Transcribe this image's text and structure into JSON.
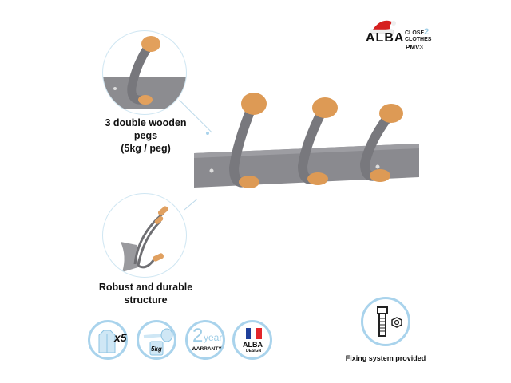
{
  "brand": {
    "name": "ALBA",
    "sub_line1": "CLOSE",
    "sub_num": "2",
    "sub_line2": "CLOTHES",
    "model": "PMV3",
    "hat_color": "#d6201f"
  },
  "features": {
    "pegs": {
      "line1": "3 double wooden",
      "line2": "pegs",
      "line3": "(5kg / peg)"
    },
    "structure": {
      "line1": "Robust and durable",
      "line2": "structure"
    },
    "fixing": {
      "label": "Fixing system provided"
    }
  },
  "badges": [
    {
      "id": "coats",
      "icon": "coat-icon",
      "text": "x5"
    },
    {
      "id": "weight",
      "icon": "weight-icon",
      "text": "5kg"
    },
    {
      "id": "warranty",
      "icon": "warranty-icon",
      "num": "2",
      "unit": "year",
      "text": "WARRANTY"
    },
    {
      "id": "design",
      "icon": "france-flag-icon",
      "brand": "ALBA",
      "text": "DESIGN"
    }
  ],
  "colors": {
    "circle_border": "#a9d3ec",
    "wood": "#d9964f",
    "metal": "#85858a"
  }
}
